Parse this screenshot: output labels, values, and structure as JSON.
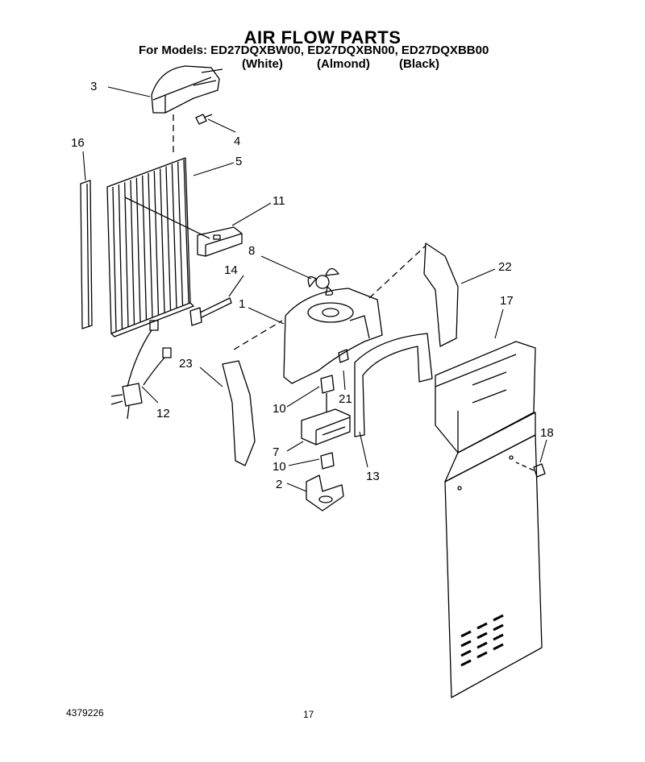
{
  "header": {
    "title": "AIR FLOW PARTS",
    "models_line": "For Models: ED27DQXBW00, ED27DQXBN00, ED27DQXBB00",
    "variants": [
      "(White)",
      "(Almond)",
      "(Black)"
    ]
  },
  "callouts": [
    {
      "id": "label-3",
      "text": "3"
    },
    {
      "id": "label-4",
      "text": "4"
    },
    {
      "id": "label-16",
      "text": "16"
    },
    {
      "id": "label-5",
      "text": "5"
    },
    {
      "id": "label-11",
      "text": "11"
    },
    {
      "id": "label-8",
      "text": "8"
    },
    {
      "id": "label-14",
      "text": "14"
    },
    {
      "id": "label-22",
      "text": "22"
    },
    {
      "id": "label-1",
      "text": "1"
    },
    {
      "id": "label-17",
      "text": "17"
    },
    {
      "id": "label-23",
      "text": "23"
    },
    {
      "id": "label-21",
      "text": "21"
    },
    {
      "id": "label-12",
      "text": "12"
    },
    {
      "id": "label-10a",
      "text": "10"
    },
    {
      "id": "label-18",
      "text": "18"
    },
    {
      "id": "label-7",
      "text": "7"
    },
    {
      "id": "label-13",
      "text": "13"
    },
    {
      "id": "label-10b",
      "text": "10"
    },
    {
      "id": "label-2",
      "text": "2"
    }
  ],
  "footer": {
    "doc_number": "4379226",
    "page_number": "17"
  }
}
